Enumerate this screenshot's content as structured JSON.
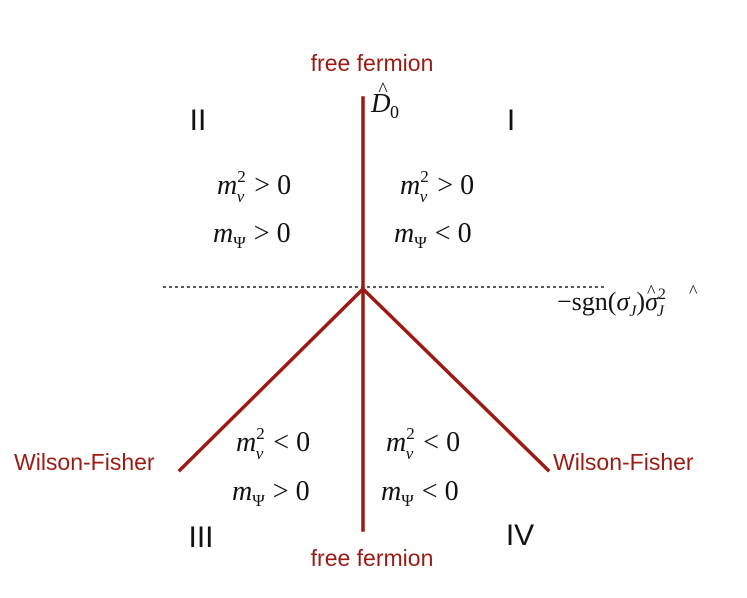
{
  "colors": {
    "line": "#9b1b14",
    "label": "#9b1b14",
    "text": "#111111",
    "dashed": "#222222"
  },
  "labels": {
    "free_fermion_top": "free fermion",
    "free_fermion_bottom": "free fermion",
    "wilson_fisher_left": "Wilson-Fisher",
    "wilson_fisher_right": "Wilson-Fisher",
    "vertical_axis_base": "D",
    "vertical_axis_hat": "^",
    "vertical_axis_sub": "0",
    "horizontal_axis_minus": "−",
    "horizontal_axis_sgn": "sgn(",
    "horizontal_axis_sigma": "σ",
    "horizontal_axis_hat": "^",
    "horizontal_axis_sub": "J",
    "horizontal_axis_close": ")",
    "horizontal_axis_sup": "2"
  },
  "regions": {
    "I": {
      "name": "I",
      "mv_rel": "> 0",
      "mpsi_rel": "< 0"
    },
    "II": {
      "name": "II",
      "mv_rel": "> 0",
      "mpsi_rel": "> 0"
    },
    "III": {
      "name": "III",
      "mv_rel": "< 0",
      "mpsi_rel": "> 0"
    },
    "IV": {
      "name": "IV",
      "mv_rel": "< 0",
      "mpsi_rel": "< 0"
    }
  },
  "symbols": {
    "m": "m",
    "v": "v",
    "psi": "Ψ",
    "sq": "2"
  }
}
